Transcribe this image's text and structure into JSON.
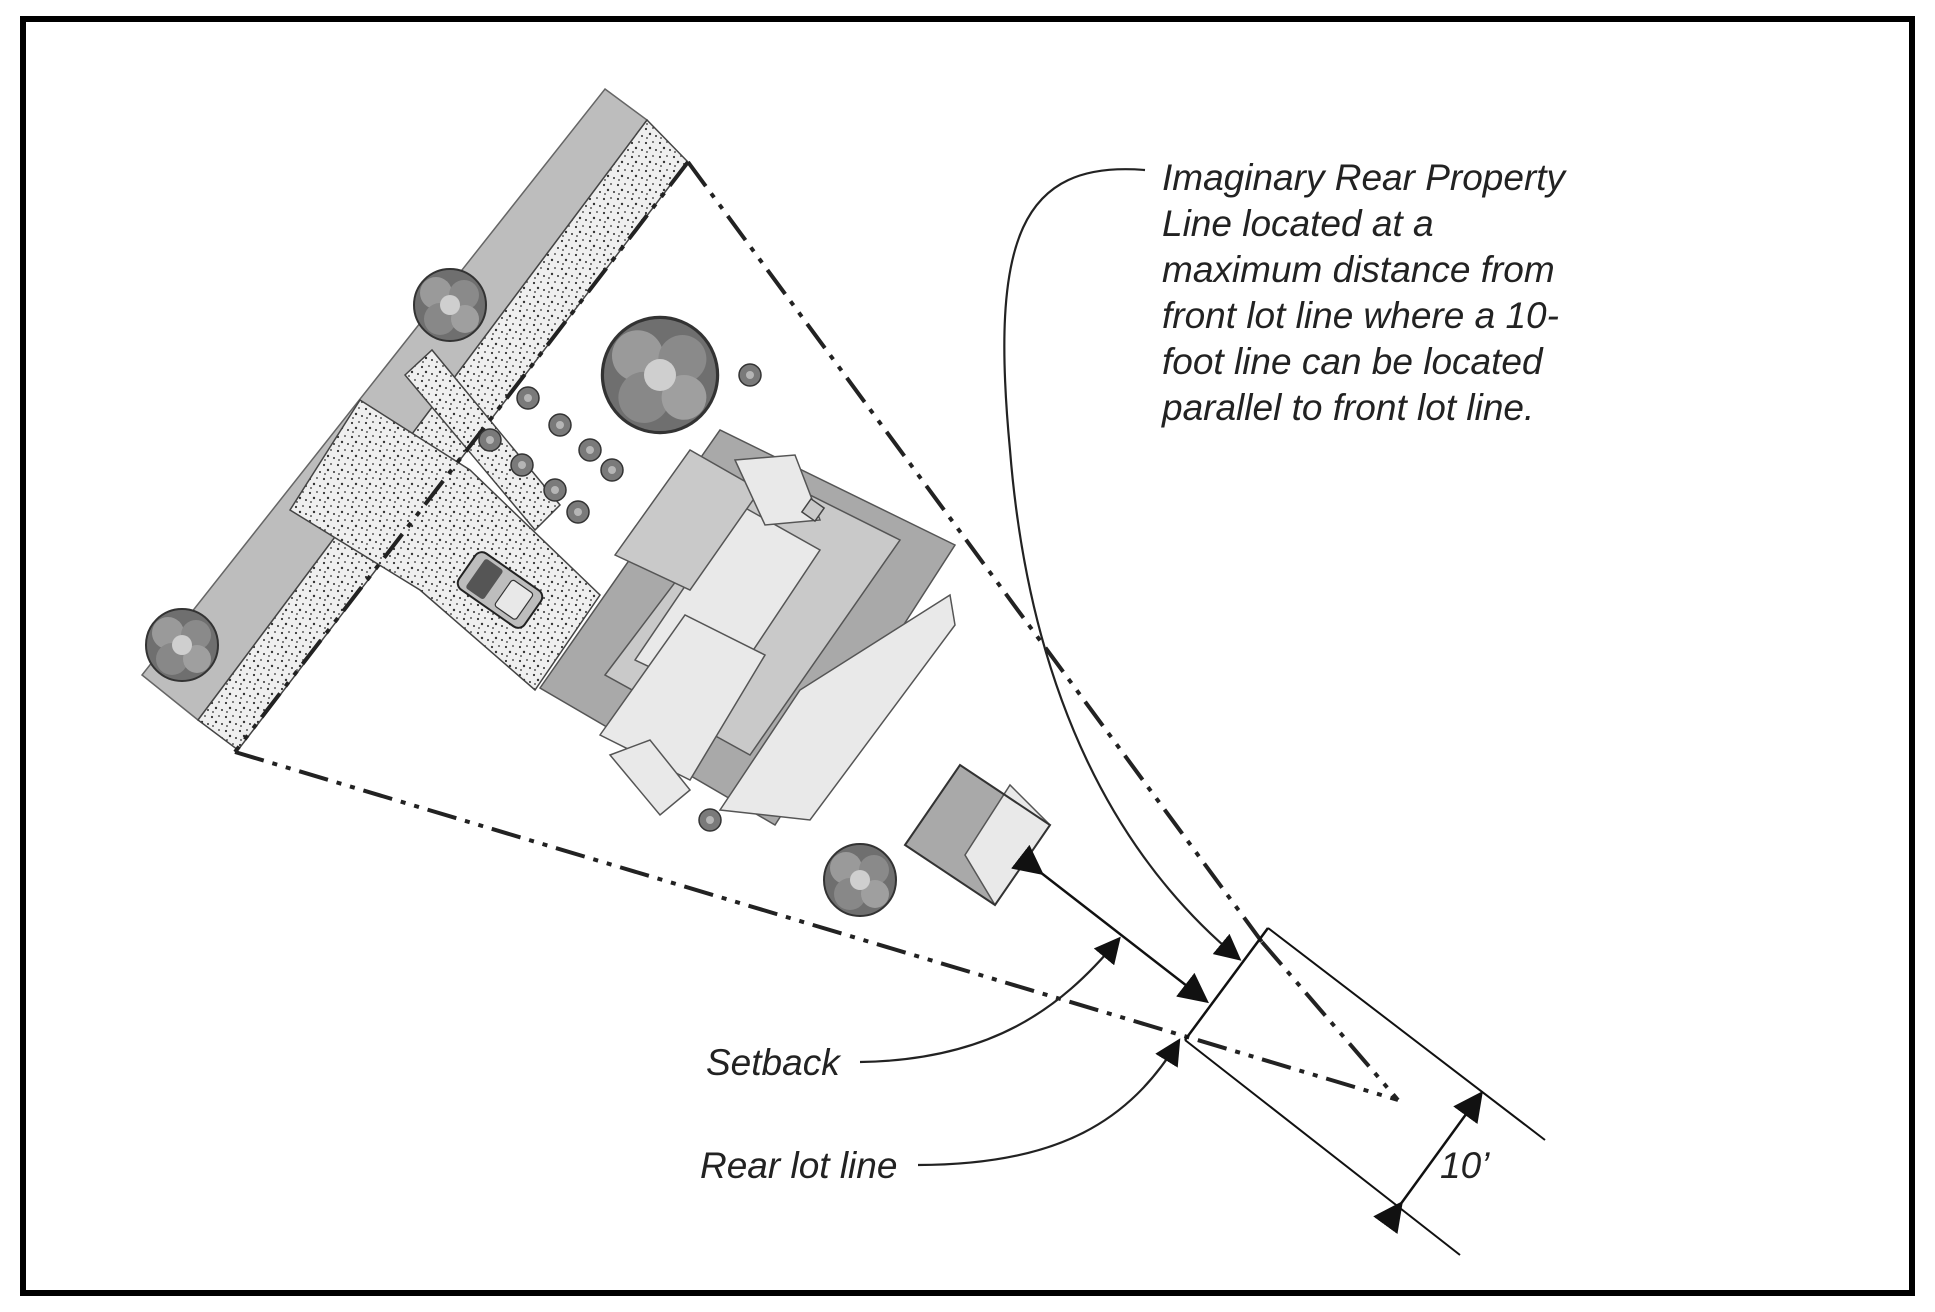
{
  "labels": {
    "imaginary_line_note": [
      "Imaginary Rear Property",
      "Line located at a",
      "maximum distance from",
      "front lot line where a 10-",
      "foot line can be located",
      "parallel to front lot line."
    ],
    "setback": "Setback",
    "rear_lot_line": "Rear lot line",
    "ten_foot": "10’"
  },
  "colors": {
    "ink": "#222222",
    "roof_light": "#e9e9e9",
    "roof_mid": "#c9c9c9",
    "roof_dark": "#a9a9a9",
    "frame": "#000000"
  }
}
